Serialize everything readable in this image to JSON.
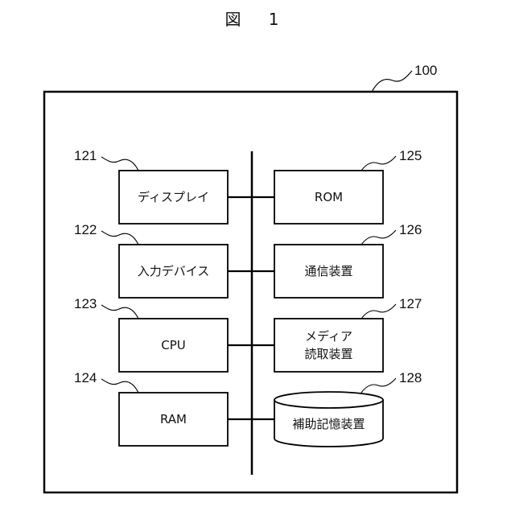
{
  "figure": {
    "title": "図 1"
  },
  "system": {
    "ref": "100"
  },
  "components": {
    "display": {
      "ref": "121",
      "label": "ディスプレイ"
    },
    "input": {
      "ref": "122",
      "label": "入力デバイス"
    },
    "cpu": {
      "ref": "123",
      "label": "CPU"
    },
    "ram": {
      "ref": "124",
      "label": "RAM"
    },
    "rom": {
      "ref": "125",
      "label": "ROM"
    },
    "comm": {
      "ref": "126",
      "label": "通信装置"
    },
    "media_line1": "メディア",
    "media_line2": "読取装置",
    "media": {
      "ref": "127"
    },
    "storage": {
      "ref": "128",
      "label": "補助記憶装置"
    }
  }
}
